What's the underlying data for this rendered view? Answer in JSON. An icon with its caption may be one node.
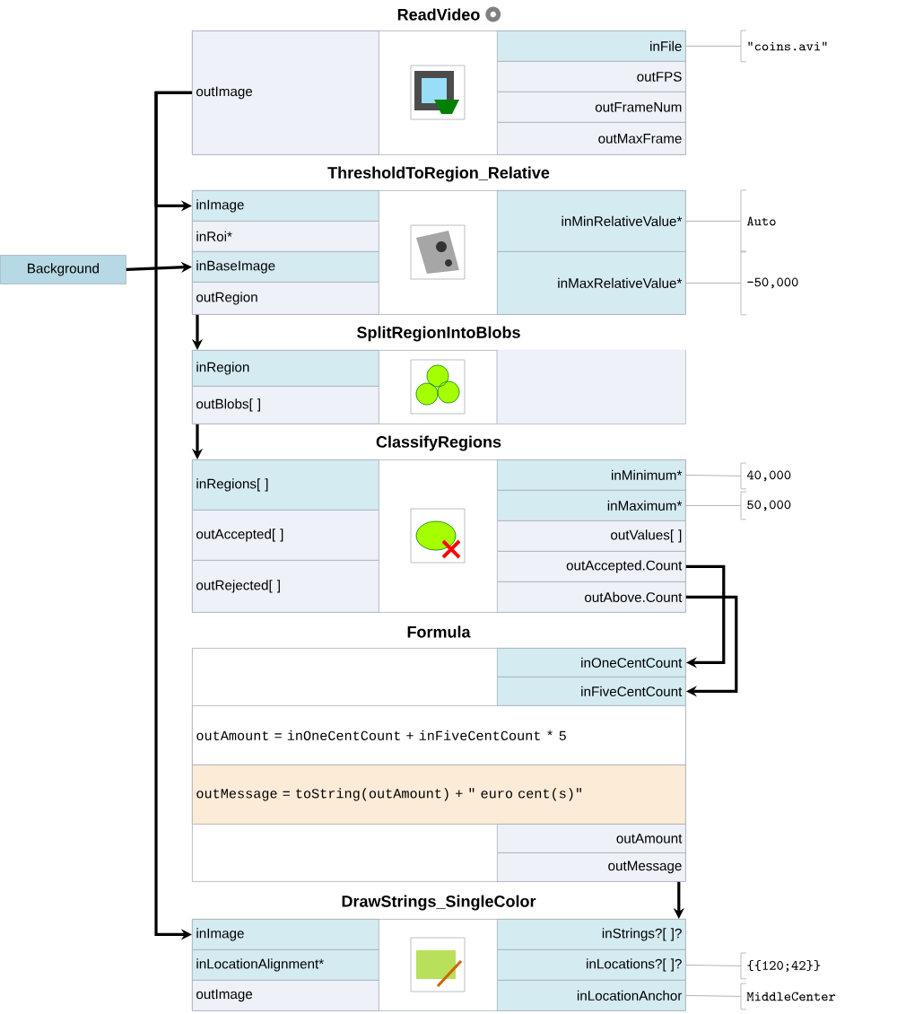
{
  "diagram": {
    "nodes": [
      {
        "text": [
          "ReadVideo"
        ]
      },
      {
        "text": [
          "outImage"
        ],
        "in": 0
      },
      {
        "text": [
          "inFile"
        ],
        "in": 0
      },
      {
        "text": [
          "outFPS"
        ],
        "in": 0
      },
      {
        "text": [
          "outFrameNum"
        ],
        "in": 0
      },
      {
        "text": [
          "outMaxFrame"
        ],
        "in": 0
      },
      {
        "text": [
          "ThresholdToRegion_Relative"
        ]
      },
      {
        "text": [
          "inImage"
        ],
        "in": 6
      },
      {
        "text": [
          "inRoi*"
        ],
        "in": 6
      },
      {
        "text": [
          "inBaseImage"
        ],
        "in": 6
      },
      {
        "text": [
          "outRegion"
        ],
        "in": 6
      },
      {
        "text": [
          "inMinRelativeValue*"
        ],
        "in": 6
      },
      {
        "text": [
          "inMaxRelativeValue*"
        ],
        "in": 6
      },
      {
        "text": [
          "SplitRegionIntoBlobs"
        ]
      },
      {
        "text": [
          "inRegion"
        ],
        "in": 13
      },
      {
        "text": [
          "outBlobs[ ]"
        ],
        "in": 13
      },
      {
        "text": [
          "ClassifyRegions"
        ]
      },
      {
        "text": [
          "inRegions[ ]"
        ],
        "in": 16
      },
      {
        "text": [
          "outAccepted[ ]"
        ],
        "in": 16
      },
      {
        "text": [
          "outRejected[ ]"
        ],
        "in": 16
      },
      {
        "text": [
          "inMinimum*"
        ],
        "in": 16
      },
      {
        "text": [
          "inMaximum*"
        ],
        "in": 16
      },
      {
        "text": [
          "outValues[ ]"
        ],
        "in": 16
      },
      {
        "text": [
          "outAccepted.Count"
        ],
        "in": 16
      },
      {
        "text": [
          "outAbove.Count"
        ],
        "in": 16
      },
      {
        "text": [
          "Formula"
        ]
      },
      {
        "text": [
          "inOneCentCount"
        ],
        "in": 25
      },
      {
        "text": [
          "inFiveCentCount"
        ],
        "in": 25
      },
      {
        "text": [
          "outAmount = inOneCentCount + inFiveCentCount * 5"
        ],
        "in": 25
      },
      {
        "text": [
          "outMessage = toString(outAmount) + \" euro cent(s)\""
        ],
        "in": 25
      },
      {
        "text": [
          "outAmount"
        ],
        "in": 25
      },
      {
        "text": [
          "outMessage"
        ],
        "in": 25
      },
      {
        "text": [
          "DrawStrings_SingleColor"
        ]
      },
      {
        "text": [
          "inImage"
        ],
        "in": 32
      },
      {
        "text": [
          "inLocationAlignment*"
        ],
        "in": 32
      },
      {
        "text": [
          "outImage"
        ],
        "in": 32
      },
      {
        "text": [
          "inStrings?[ ]?"
        ],
        "in": 32
      },
      {
        "text": [
          "inLocations?[ ]?"
        ],
        "in": 32
      },
      {
        "text": [
          "inLocationAnchor"
        ],
        "in": 32
      },
      {
        "text": [
          "Background"
        ]
      },
      {
        "text": [
          "\"coins.avi\""
        ]
      },
      {
        "text": [
          "Auto"
        ]
      },
      {
        "text": [
          "-50,000"
        ]
      },
      {
        "text": [
          "40,000"
        ]
      },
      {
        "text": [
          "50,000"
        ]
      },
      {
        "text": [
          "{{120;42}}"
        ]
      },
      {
        "text": [
          "MiddleCenter"
        ]
      }
    ],
    "edges": [
      {
        "from": 1,
        "to": 7,
        "arrow": "to"
      },
      {
        "from": 1,
        "to": 33,
        "arrow": "to"
      },
      {
        "from": 39,
        "to": 9,
        "arrow": "to"
      },
      {
        "from": 10,
        "to": 14,
        "arrow": "to"
      },
      {
        "from": 15,
        "to": 17,
        "arrow": "to"
      },
      {
        "from": 23,
        "to": 26,
        "arrow": "to"
      },
      {
        "from": 24,
        "to": 27,
        "arrow": "to"
      },
      {
        "from": 31,
        "to": 36,
        "arrow": "to"
      },
      {
        "from": 40,
        "to": 2,
        "arrow": "none",
        "color": "#b4b4b4"
      },
      {
        "from": 41,
        "to": 11,
        "arrow": "none",
        "color": "#b4b4b4"
      },
      {
        "from": 42,
        "to": 12,
        "arrow": "none",
        "color": "#b4b4b4"
      },
      {
        "from": 43,
        "to": 20,
        "arrow": "none",
        "color": "#b4b4b4"
      },
      {
        "from": 44,
        "to": 21,
        "arrow": "none",
        "color": "#b4b4b4"
      },
      {
        "from": 45,
        "to": 37,
        "arrow": "none",
        "color": "#b4b4b4"
      },
      {
        "from": 46,
        "to": 38,
        "arrow": "none",
        "color": "#b4b4b4"
      }
    ]
  }
}
